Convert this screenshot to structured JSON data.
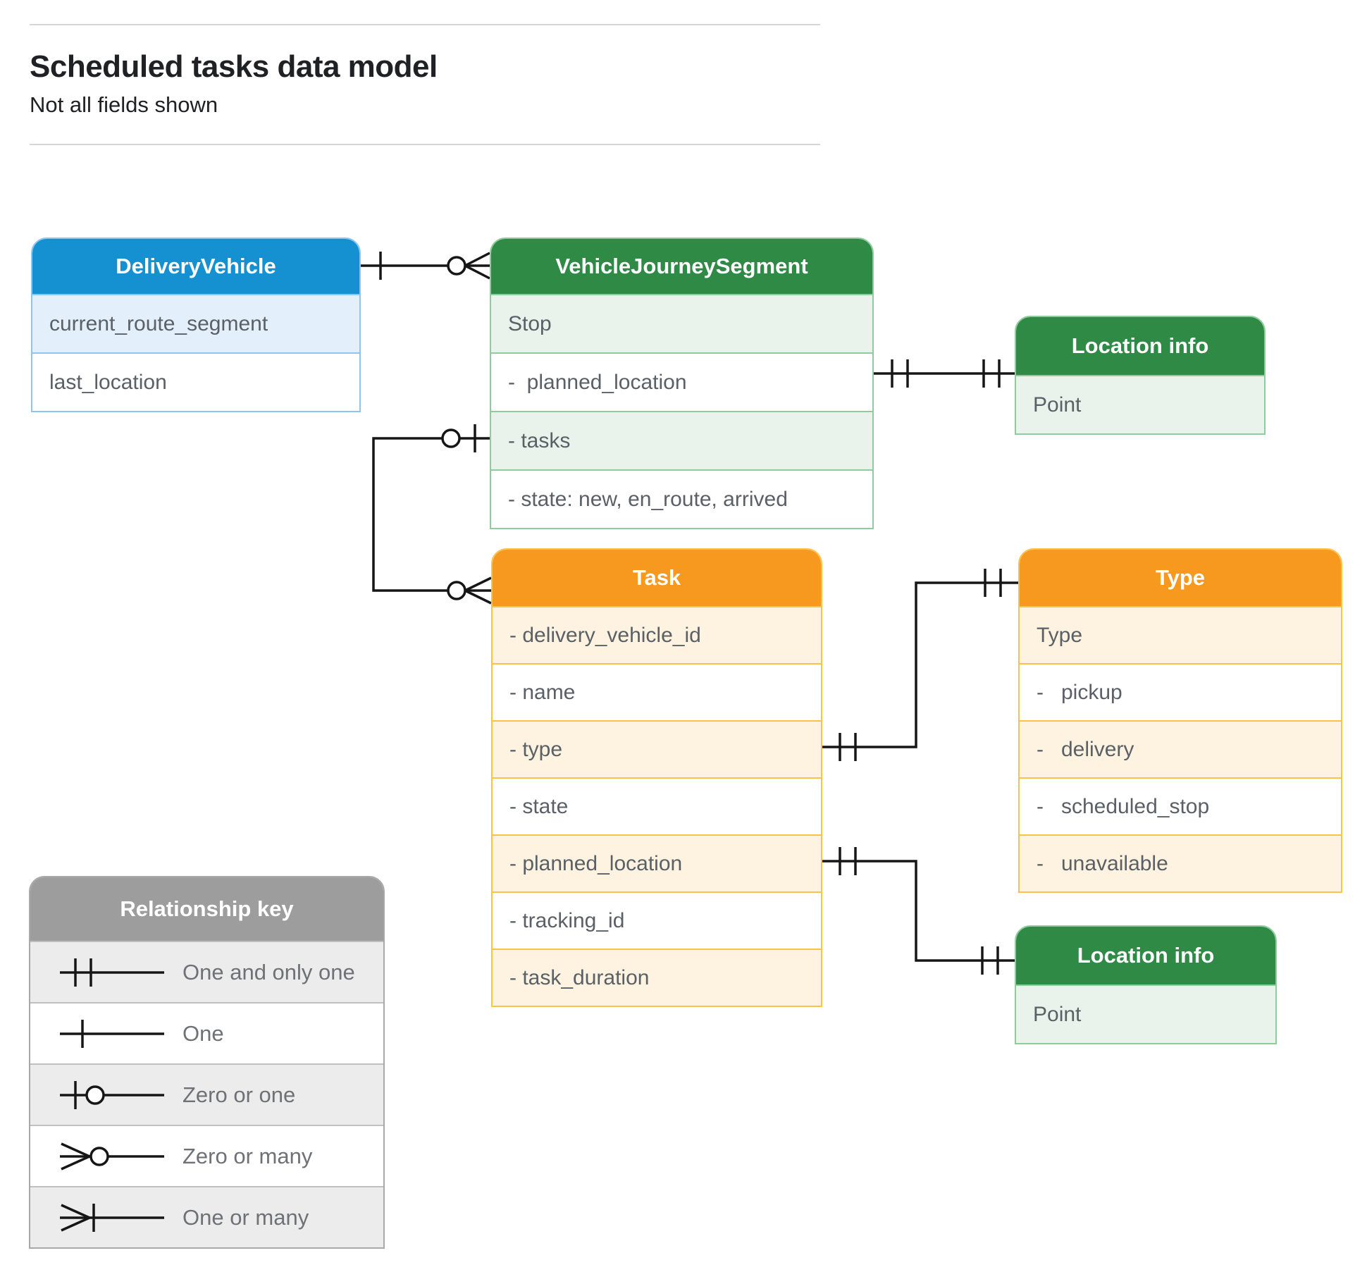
{
  "page": {
    "title": "Scheduled tasks data model",
    "subtitle": "Not all fields shown"
  },
  "colors": {
    "blue": "#1591d2",
    "blue-tint": "#e3f0fc",
    "blue-border": "#8cc6f0",
    "green": "#2f8a46",
    "green-tint": "#e9f3ec",
    "green-border": "#8ecb9d",
    "orange": "#f8991f",
    "orange-tint": "#fdf3e0",
    "orange-border": "#fbc14b",
    "gray": "#9d9d9d",
    "gray-tint": "#ececec",
    "gray-border": "#a8a8a8",
    "ink": "#202124",
    "field": "#5b6066",
    "key-text": "#6e7276",
    "line": "#161616",
    "rule": "#d6d6d6"
  },
  "entities": {
    "delivery_vehicle": {
      "title": "DeliveryVehicle",
      "color": "blue",
      "fields": [
        {
          "label": "current_route_segment"
        },
        {
          "label": "last_location"
        }
      ]
    },
    "vehicle_journey_segment": {
      "title": "VehicleJourneySegment",
      "color": "green",
      "fields": [
        {
          "label": "Stop"
        },
        {
          "label": "-  planned_location"
        },
        {
          "label": "- tasks"
        },
        {
          "label": "- state: new, en_route, arrived"
        }
      ]
    },
    "location_info_top": {
      "title": "Location info",
      "color": "green",
      "fields": [
        {
          "label": "Point"
        }
      ]
    },
    "task": {
      "title": "Task",
      "color": "orange",
      "fields": [
        {
          "label": "- delivery_vehicle_id"
        },
        {
          "label": "- name"
        },
        {
          "label": "- type"
        },
        {
          "label": "- state"
        },
        {
          "label": "- planned_location"
        },
        {
          "label": "- tracking_id"
        },
        {
          "label": "- task_duration"
        }
      ]
    },
    "type": {
      "title": "Type",
      "color": "orange",
      "fields": [
        {
          "label": "Type"
        },
        {
          "label": "-   pickup"
        },
        {
          "label": "-   delivery"
        },
        {
          "label": "-   scheduled_stop"
        },
        {
          "label": "-   unavailable"
        }
      ]
    },
    "location_info_bottom": {
      "title": "Location info",
      "color": "green",
      "fields": [
        {
          "label": "Point"
        }
      ]
    }
  },
  "relationships": [
    {
      "from": "DeliveryVehicle",
      "to": "VehicleJourneySegment",
      "from_end": "one",
      "to_end": "zero_or_many"
    },
    {
      "from": "VehicleJourneySegment.planned_location",
      "to": "Location info",
      "from_end": "one_and_only_one",
      "to_end": "one_and_only_one"
    },
    {
      "from": "VehicleJourneySegment.tasks",
      "to": "Task",
      "from_end": "zero_or_one",
      "to_end": "zero_or_many"
    },
    {
      "from": "Task.type",
      "to": "Type",
      "from_end": "one_and_only_one",
      "to_end": "one_and_only_one"
    },
    {
      "from": "Task.planned_location",
      "to": "Location info",
      "from_end": "one_and_only_one",
      "to_end": "one_and_only_one"
    }
  ],
  "key": {
    "title": "Relationship key",
    "items": [
      {
        "symbol": "one-and-only-one",
        "label": "One and only one"
      },
      {
        "symbol": "one",
        "label": "One"
      },
      {
        "symbol": "zero-or-one",
        "label": "Zero or one"
      },
      {
        "symbol": "zero-or-many",
        "label": "Zero or many"
      },
      {
        "symbol": "one-or-many",
        "label": "One or many"
      }
    ]
  }
}
